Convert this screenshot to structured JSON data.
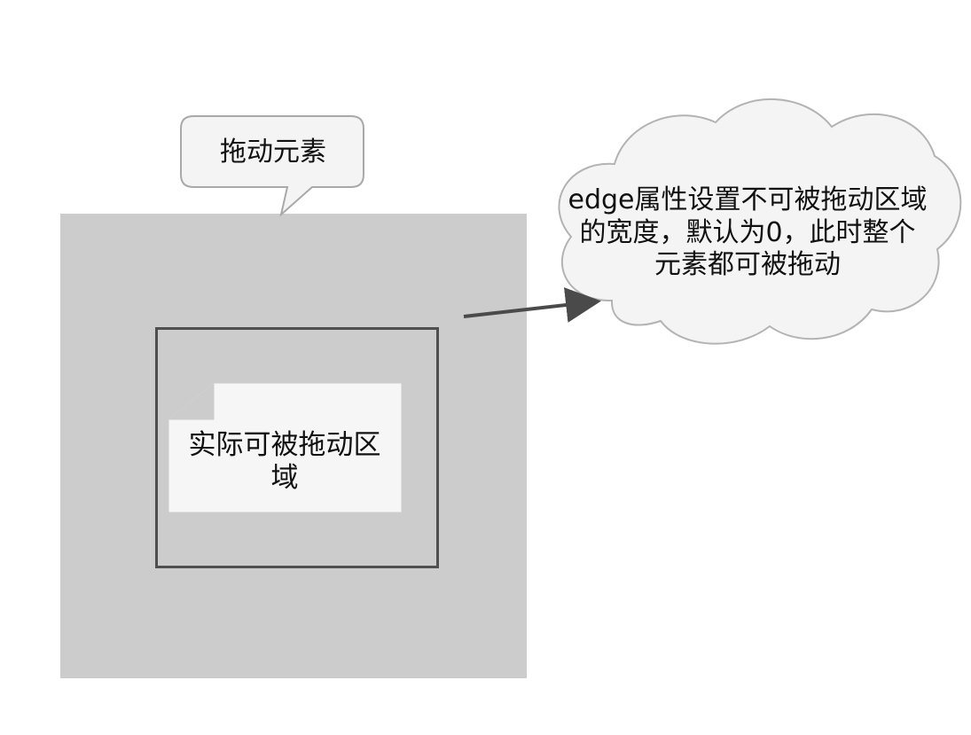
{
  "diagram": {
    "drag_element_label": "拖动元素",
    "actual_drag_area_label": "实际可被拖动区域",
    "edge_property_note": "edge属性设置不可被拖动区域的宽度，默认为0，此时整个元素都可被拖动"
  },
  "colors": {
    "outer_area_fill": "#cccccc",
    "inner_area_border": "#4f4f4f",
    "callout_fill": "#f4f4f4",
    "callout_border": "#a9a9a9",
    "note_fill": "#f6f6f6",
    "cloud_fill": "#f4f4f4",
    "cloud_border": "#b3b3b3",
    "arrow": "#4a4a4a",
    "text": "#111111",
    "background": "#ffffff"
  }
}
